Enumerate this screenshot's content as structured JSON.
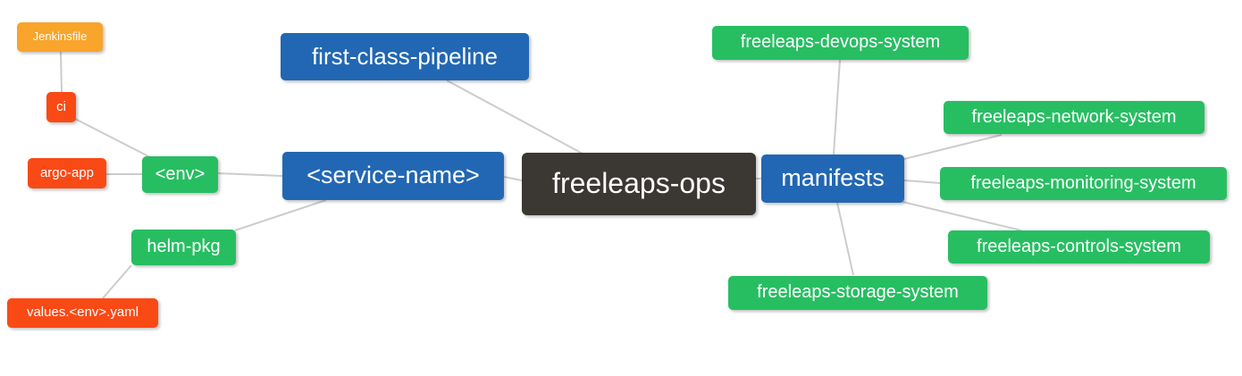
{
  "colors": {
    "blue": "#2267B3",
    "green": "#27BE62",
    "orange": "#F9A42A",
    "red": "#F94A16",
    "dark": "#3B3733",
    "edge": "#CCCCCC",
    "node-text": "#FFFFFF",
    "background": "#FFFFFF"
  },
  "diagram": {
    "type": "mindmap",
    "root_label": "freeleaps-ops",
    "nodes": [
      {
        "id": "jenkinsfile",
        "label": "Jenkinsfile",
        "color": "orange"
      },
      {
        "id": "ci",
        "label": "ci",
        "color": "red"
      },
      {
        "id": "argo-app",
        "label": "argo-app",
        "color": "red"
      },
      {
        "id": "env",
        "label": "<env>",
        "color": "green"
      },
      {
        "id": "helm-pkg",
        "label": "helm-pkg",
        "color": "green"
      },
      {
        "id": "values-env-yaml",
        "label": "values.<env>.yaml",
        "color": "red"
      },
      {
        "id": "first-class-pipeline",
        "label": "first-class-pipeline",
        "color": "blue"
      },
      {
        "id": "service-name",
        "label": "<service-name>",
        "color": "blue"
      },
      {
        "id": "freeleaps-ops",
        "label": "freeleaps-ops",
        "color": "dark"
      },
      {
        "id": "manifests",
        "label": "manifests",
        "color": "blue"
      },
      {
        "id": "freeleaps-devops-system",
        "label": "freeleaps-devops-system",
        "color": "green"
      },
      {
        "id": "freeleaps-network-system",
        "label": "freeleaps-network-system",
        "color": "green"
      },
      {
        "id": "freeleaps-monitoring-system",
        "label": "freeleaps-monitoring-system",
        "color": "green"
      },
      {
        "id": "freeleaps-controls-system",
        "label": "freeleaps-controls-system",
        "color": "green"
      },
      {
        "id": "freeleaps-storage-system",
        "label": "freeleaps-storage-system",
        "color": "green"
      }
    ],
    "edges": [
      {
        "from": "jenkinsfile",
        "to": "ci"
      },
      {
        "from": "ci",
        "to": "env"
      },
      {
        "from": "argo-app",
        "to": "env"
      },
      {
        "from": "env",
        "to": "service-name"
      },
      {
        "from": "helm-pkg",
        "to": "service-name"
      },
      {
        "from": "values-env-yaml",
        "to": "helm-pkg"
      },
      {
        "from": "first-class-pipeline",
        "to": "freeleaps-ops"
      },
      {
        "from": "service-name",
        "to": "freeleaps-ops"
      },
      {
        "from": "freeleaps-ops",
        "to": "manifests"
      },
      {
        "from": "manifests",
        "to": "freeleaps-devops-system"
      },
      {
        "from": "manifests",
        "to": "freeleaps-network-system"
      },
      {
        "from": "manifests",
        "to": "freeleaps-monitoring-system"
      },
      {
        "from": "manifests",
        "to": "freeleaps-controls-system"
      },
      {
        "from": "manifests",
        "to": "freeleaps-storage-system"
      }
    ]
  }
}
